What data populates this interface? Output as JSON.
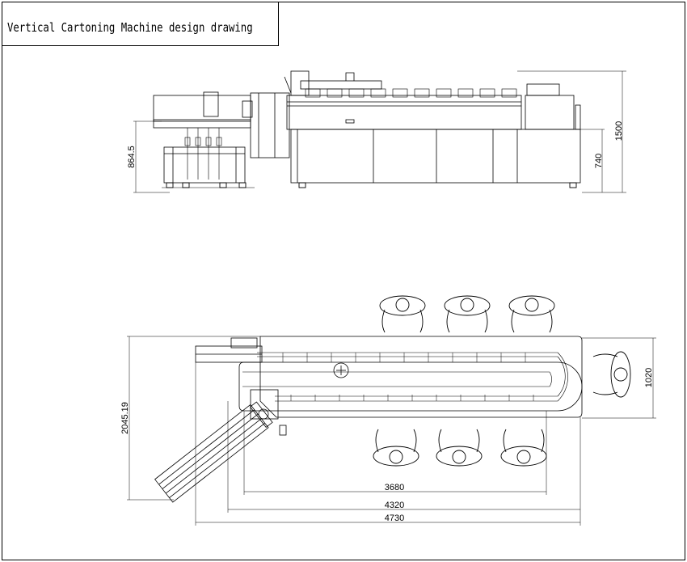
{
  "title": "Vertical Cartoning Machine design drawing",
  "side_view": {
    "dims": {
      "total_height": "1500",
      "table_height": "740",
      "infeed_height": "864.5"
    }
  },
  "top_view": {
    "dims": {
      "length_inner": "3680",
      "length_mid": "4320",
      "length_total": "4730",
      "width_right": "1020",
      "width_left": "2045.19"
    }
  }
}
